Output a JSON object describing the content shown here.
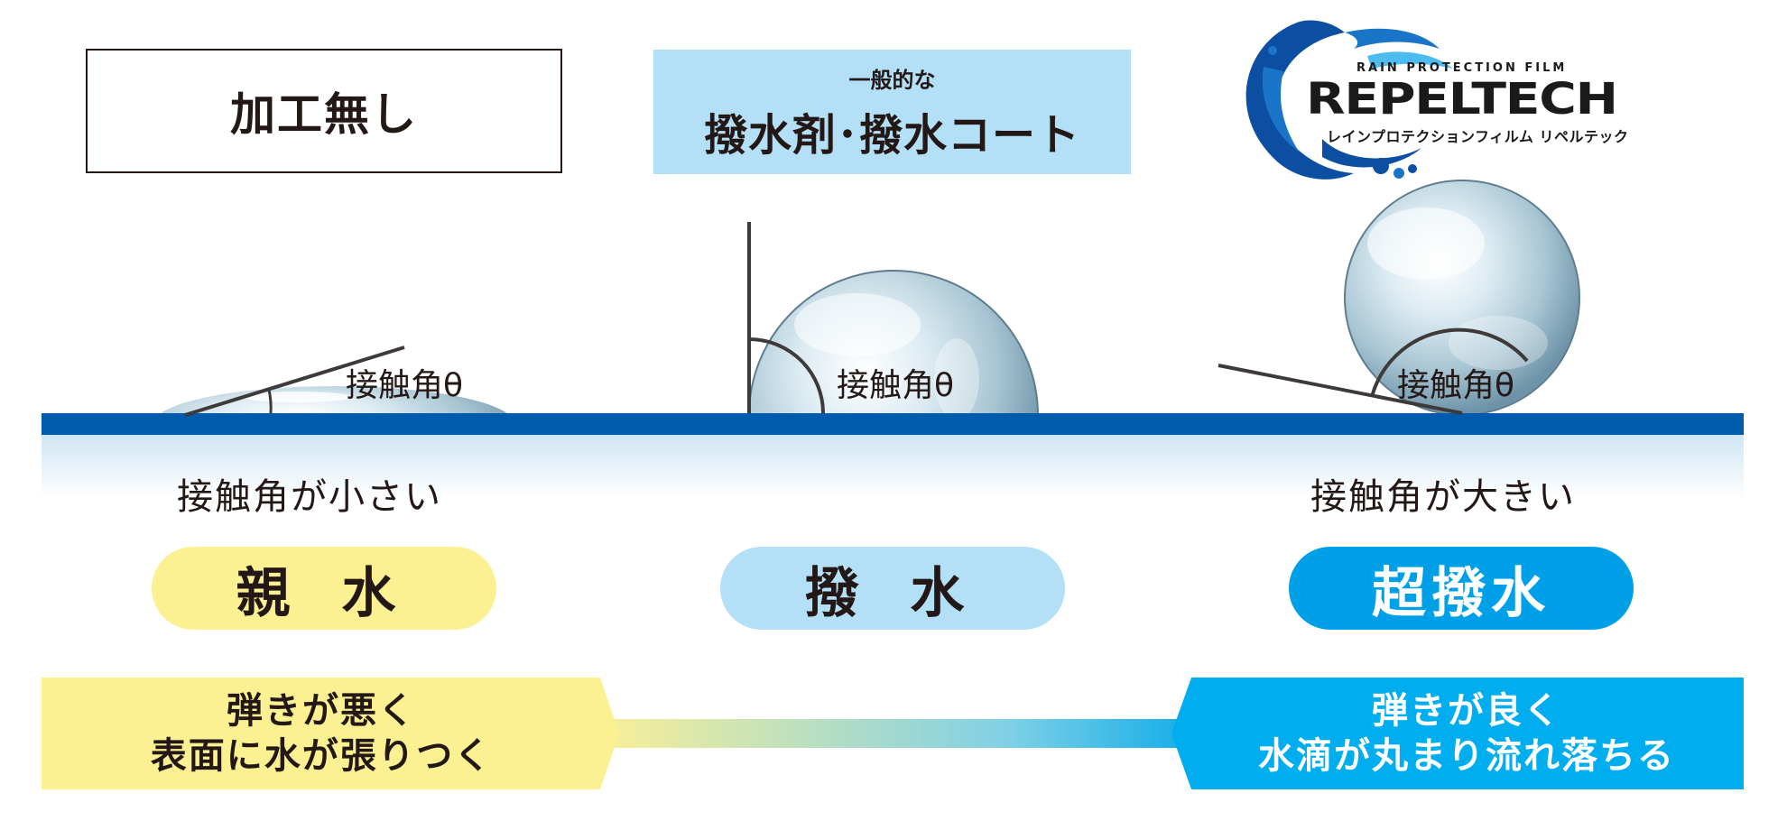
{
  "boxes": {
    "no_processing": "加工無し",
    "coating_sub": "一般的な",
    "coating_main": "撥水剤･撥水コート"
  },
  "logo": {
    "small": "RAIN PROTECTION FILM",
    "main": "REPELTECH",
    "kana": "レインプロテクションフィルム リペルテック",
    "colors": {
      "primary": "#0b4ea2",
      "accent": "#00a0e9"
    }
  },
  "angle_label": "接触角θ",
  "descriptions": {
    "small_angle": "接触角が小さい",
    "large_angle": "接触角が大きい"
  },
  "categories": [
    "親 水",
    "撥 水",
    "超撥水"
  ],
  "bands": {
    "left": [
      "弾きが悪く",
      "表面に水が張りつく"
    ],
    "right": [
      "弾きが良く",
      "水滴が丸まり流れ落ちる"
    ]
  },
  "colors": {
    "surface": "#005bac",
    "yellow": "#fbf192",
    "light_blue": "#b3e0f7",
    "cyan": "#00a0e9",
    "text": "#231815"
  }
}
